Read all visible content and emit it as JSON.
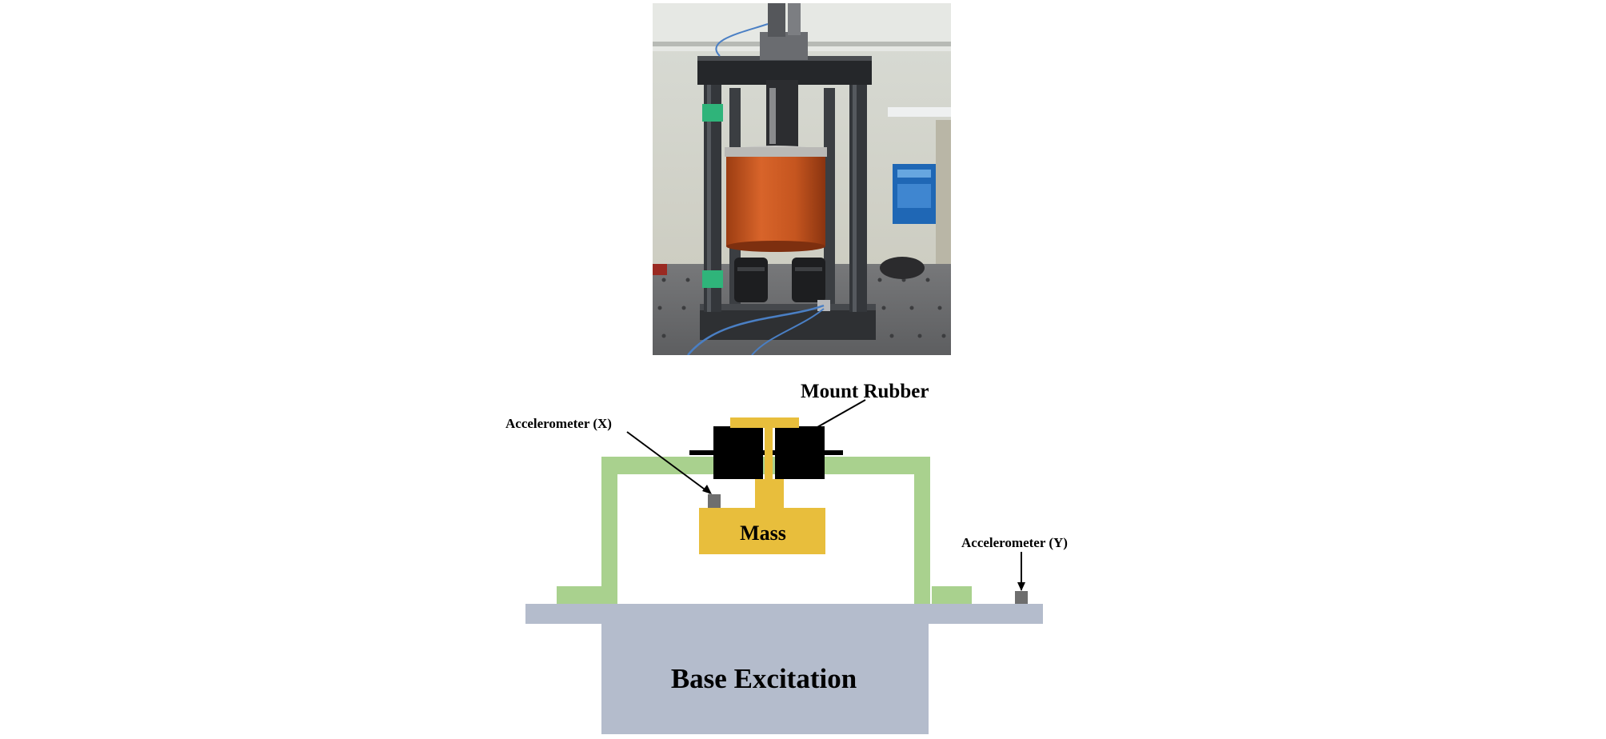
{
  "labels": {
    "mount_rubber": "Mount Rubber",
    "accelerometer_x": "Accelerometer (X)",
    "accelerometer_y": "Accelerometer (Y)",
    "mass": "Mass",
    "base_excitation": "Base Excitation"
  },
  "photo": {
    "icon": "test-rig-photo"
  },
  "colors": {
    "mass": "#E8BE3C",
    "fixture": "#A9D18E",
    "base": "#B4BCCC",
    "rubber": "#000000",
    "sensor": "#6E6E6E"
  }
}
